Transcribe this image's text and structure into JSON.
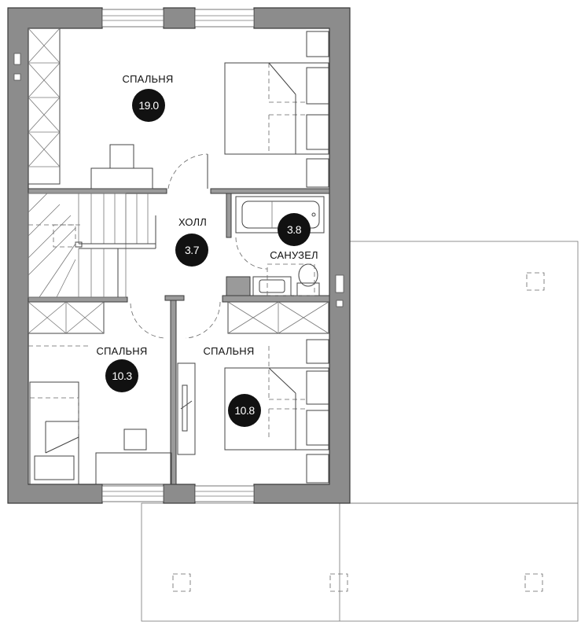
{
  "rooms": [
    {
      "name": "СПАЛЬНЯ",
      "area": "19.0"
    },
    {
      "name": "ХОЛЛ",
      "area": "3.7"
    },
    {
      "name": "САНУЗЕЛ",
      "area": "3.8"
    },
    {
      "name": "СПАЛЬНЯ",
      "area": "10.3"
    },
    {
      "name": "СПАЛЬНЯ",
      "area": "10.8"
    }
  ]
}
